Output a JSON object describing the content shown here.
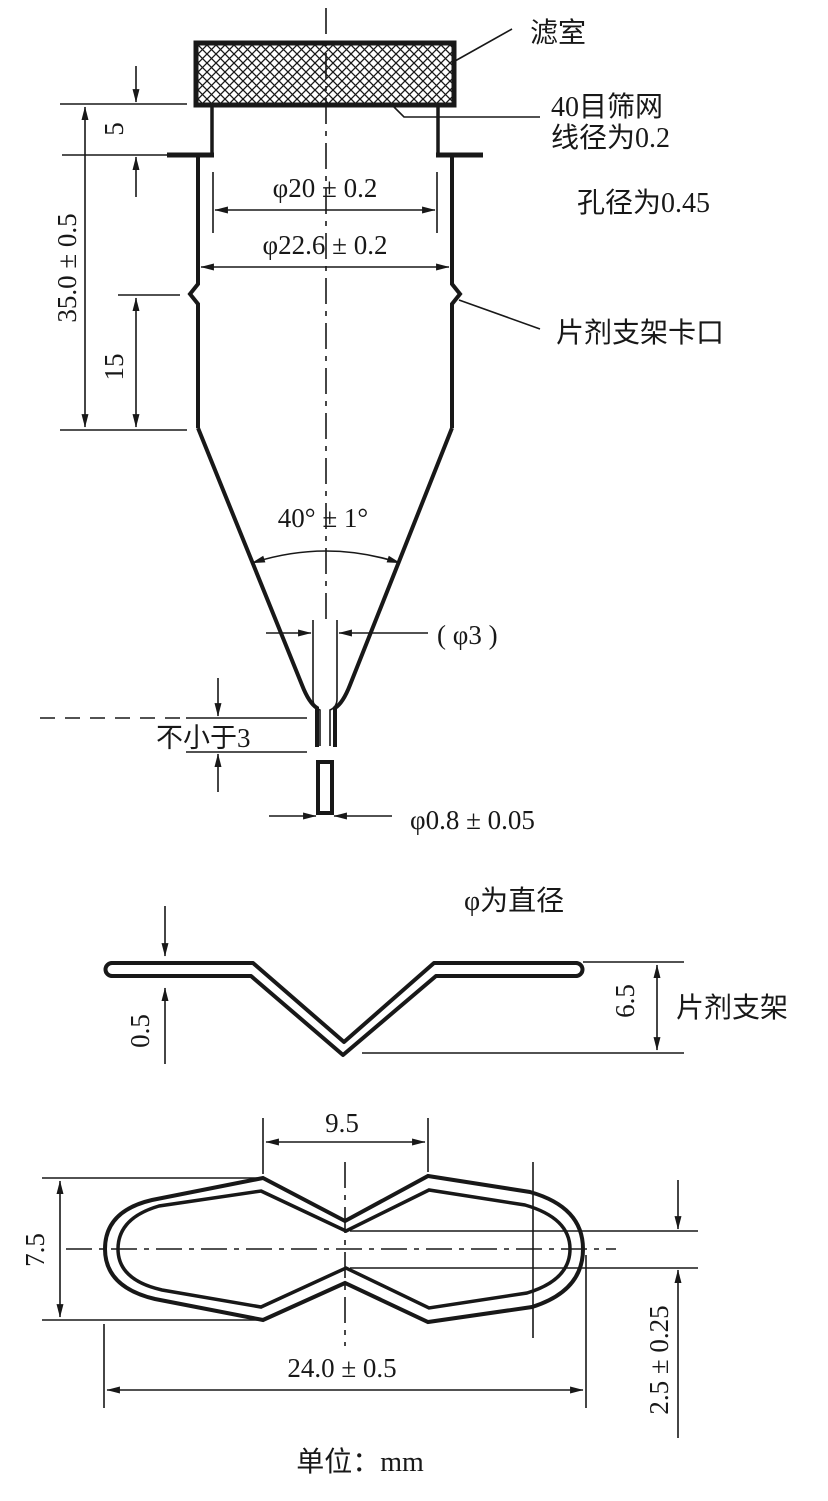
{
  "drawing": {
    "unit_note": "单位：mm",
    "funnel": {
      "label_filter_chamber": "滤室",
      "label_mesh_1": "40目筛网",
      "label_mesh_2": "线径为0.2",
      "label_mesh_aperture": "孔径为0.45",
      "label_holder_notch": "片剂支架卡口",
      "label_phi_note": "φ为直径",
      "dim_inner_diameter": "φ20 ± 0.2",
      "dim_outer_diameter": "φ22.6 ± 0.2",
      "dim_cap_height": "5",
      "dim_body_height": "35.0 ± 0.5",
      "dim_notch_height": "15",
      "dim_cone_angle": "40° ± 1°",
      "dim_tube_diameter": "( φ3 )",
      "dim_tip_length": "不小于3",
      "dim_capillary_diameter": "φ0.8 ± 0.05"
    },
    "holder_side": {
      "label": "片剂支架",
      "dim_thickness": "0.5",
      "dim_height": "6.5"
    },
    "holder_plan": {
      "dim_center_width": "9.5",
      "dim_lobe_height": "7.5",
      "dim_length": "24.0 ± 0.5",
      "dim_waist_gap": "2.5 ± 0.25"
    },
    "ink_color": "#181818"
  }
}
